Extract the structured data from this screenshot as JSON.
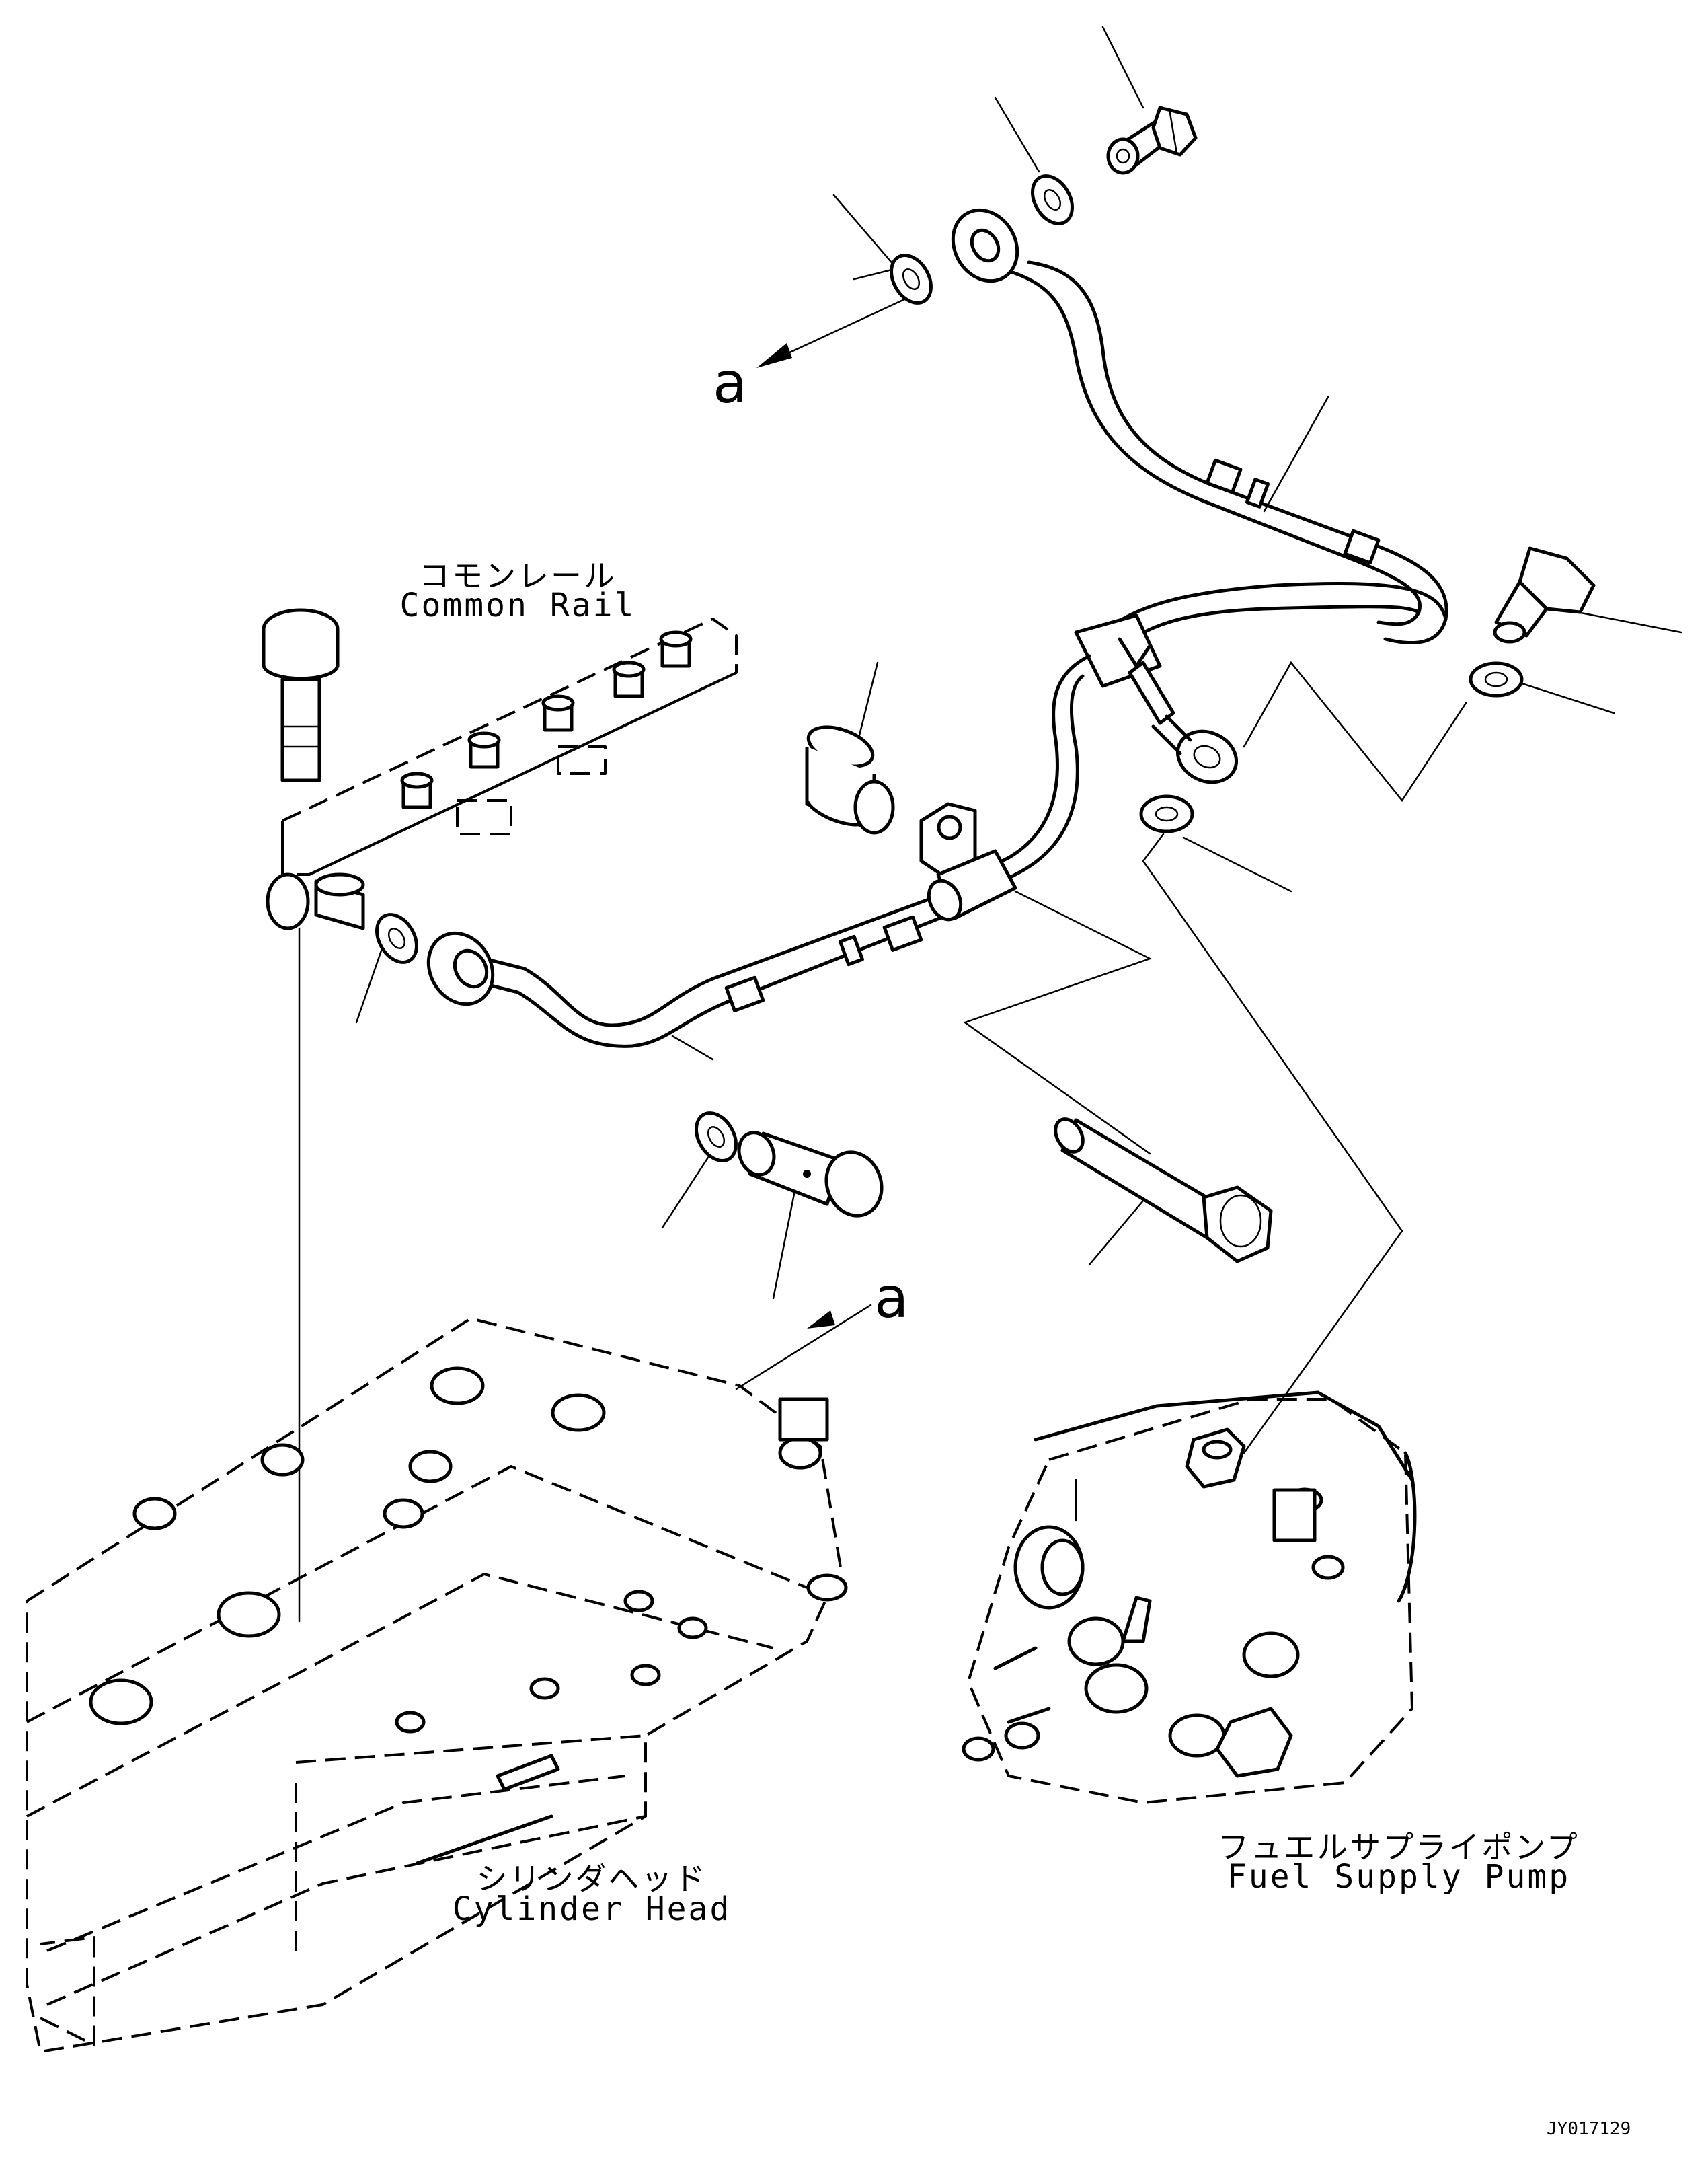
{
  "labels": {
    "common_rail_jp": "コモンレール",
    "common_rail_en": "Common Rail",
    "cylinder_head_jp": "シリンダヘッド",
    "cylinder_head_en": "Cylinder Head",
    "fuel_supply_pump_jp": "フュエルサプライポンプ",
    "fuel_supply_pump_en": "Fuel Supply Pump"
  },
  "reference_marks": {
    "top": "a",
    "bottom": "a"
  },
  "drawing_code": "JY017129"
}
